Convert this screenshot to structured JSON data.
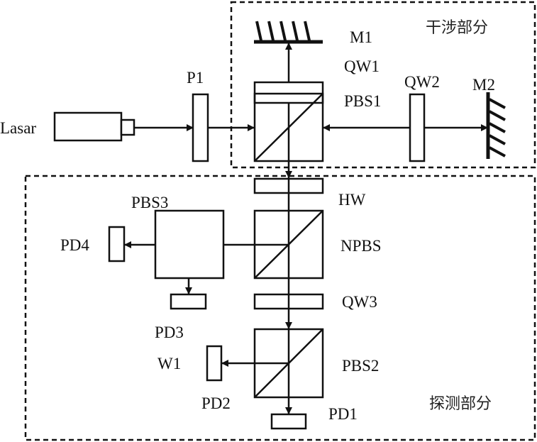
{
  "sections": {
    "interference": "干涉部分",
    "detection": "探测部分"
  },
  "labels": {
    "laser": "Lasar",
    "p1": "P1",
    "m1": "M1",
    "qw1": "QW1",
    "pbs1": "PBS1",
    "qw2": "QW2",
    "m2": "M2",
    "hw": "HW",
    "pbs3": "PBS3",
    "npbs": "NPBS",
    "pd4": "PD4",
    "qw3": "QW3",
    "pd3": "PD3",
    "w1": "W1",
    "pbs2": "PBS2",
    "pd2": "PD2",
    "pd1": "PD1"
  }
}
